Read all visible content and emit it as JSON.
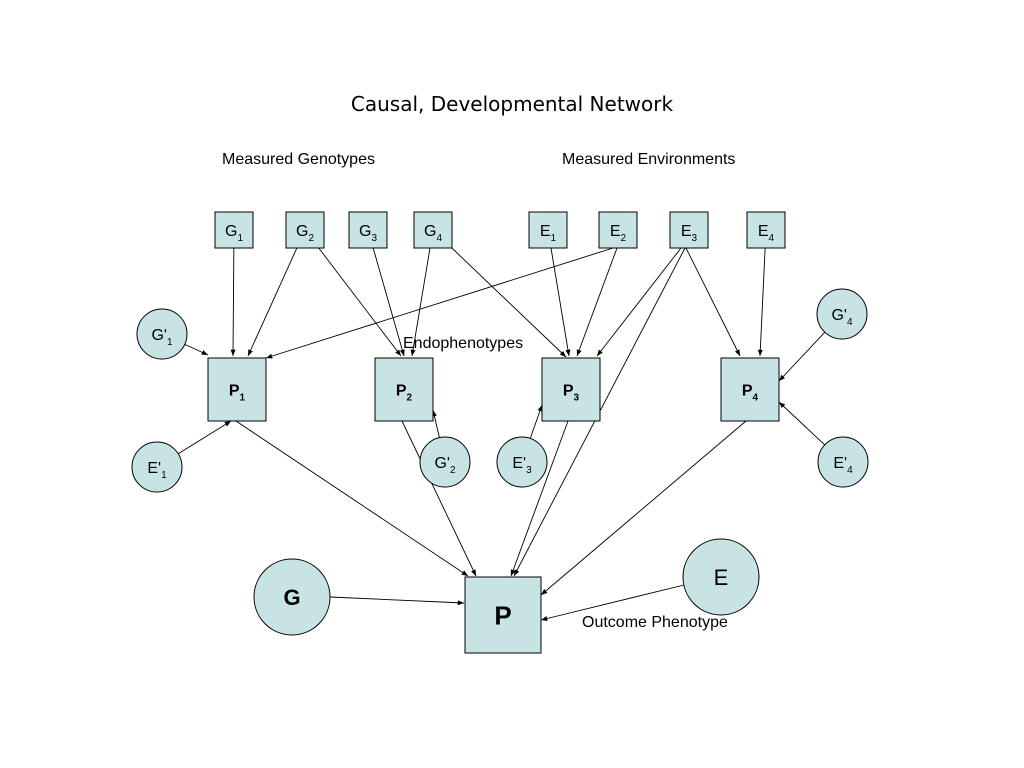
{
  "title": "Causal, Developmental Network",
  "sections": {
    "genotypes": "Measured Genotypes",
    "environments": "Measured Environments",
    "endophenotypes": "Endophenotypes",
    "outcome": "Outcome Phenotype"
  },
  "nodes": {
    "G1": {
      "base": "G",
      "sub": "1"
    },
    "G2": {
      "base": "G",
      "sub": "2"
    },
    "G3": {
      "base": "G",
      "sub": "3"
    },
    "G4": {
      "base": "G",
      "sub": "4"
    },
    "E1": {
      "base": "E",
      "sub": "1"
    },
    "E2": {
      "base": "E",
      "sub": "2"
    },
    "E3": {
      "base": "E",
      "sub": "3"
    },
    "E4": {
      "base": "E",
      "sub": "4"
    },
    "P1": {
      "base": "P",
      "sub": "1"
    },
    "P2": {
      "base": "P",
      "sub": "2"
    },
    "P3": {
      "base": "P",
      "sub": "3"
    },
    "P4": {
      "base": "P",
      "sub": "4"
    },
    "Gp1": {
      "base": "G'",
      "sub": "1"
    },
    "Gp2": {
      "base": "G'",
      "sub": "2"
    },
    "Gp4": {
      "base": "G'",
      "sub": "4"
    },
    "Ep1": {
      "base": "E'",
      "sub": "1"
    },
    "Ep3": {
      "base": "E'",
      "sub": "3"
    },
    "Ep4": {
      "base": "E'",
      "sub": "4"
    },
    "G": {
      "base": "G",
      "sub": ""
    },
    "E": {
      "base": "E",
      "sub": ""
    },
    "P": {
      "base": "P",
      "sub": ""
    }
  },
  "edges": [
    [
      "G1",
      "P1"
    ],
    [
      "G2",
      "P1"
    ],
    [
      "G2",
      "P2"
    ],
    [
      "G3",
      "P2"
    ],
    [
      "G4",
      "P2"
    ],
    [
      "G4",
      "P3"
    ],
    [
      "E1",
      "P3"
    ],
    [
      "E2",
      "P3"
    ],
    [
      "E2",
      "P1"
    ],
    [
      "E3",
      "P3"
    ],
    [
      "E3",
      "P4"
    ],
    [
      "E3",
      "P"
    ],
    [
      "E4",
      "P4"
    ],
    [
      "Gp1",
      "P1"
    ],
    [
      "Ep1",
      "P1"
    ],
    [
      "Gp2",
      "P2"
    ],
    [
      "Ep3",
      "P3"
    ],
    [
      "Gp4",
      "P4"
    ],
    [
      "Ep4",
      "P4"
    ],
    [
      "P1",
      "P"
    ],
    [
      "P2",
      "P"
    ],
    [
      "P3",
      "P"
    ],
    [
      "P4",
      "P"
    ],
    [
      "G",
      "P"
    ],
    [
      "E",
      "P"
    ]
  ],
  "colors": {
    "node_fill": "#c7e3e3",
    "stroke": "#000000"
  }
}
